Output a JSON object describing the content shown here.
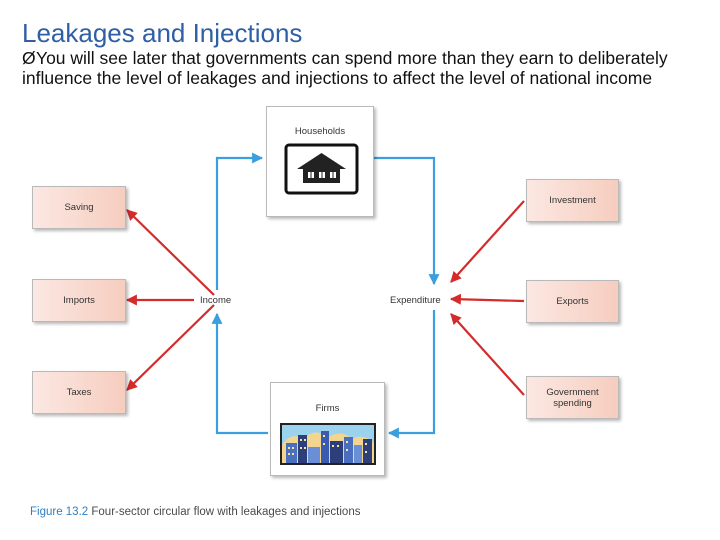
{
  "slide": {
    "title": "Leakages and Injections",
    "bullet_marker": "Ø",
    "bullet_text": "You will see later that governments can spend more than they earn to deliberately influence the level of leakages and injections to affect the level of national income"
  },
  "diagram": {
    "households_label": "Households",
    "firms_label": "Firms",
    "income_label": "Income",
    "expenditure_label": "Expenditure",
    "leakages": [
      "Saving",
      "Imports",
      "Taxes"
    ],
    "injections": [
      "Investment",
      "Exports",
      "Government spending"
    ],
    "colors": {
      "circular_flow": "#3b9ede",
      "leakage_injection_arrows": "#d42b2b",
      "box_fill": "#f6cdbf"
    }
  },
  "caption": {
    "figure": "Figure 13.2",
    "text": "Four-sector circular flow with leakages and injections"
  }
}
